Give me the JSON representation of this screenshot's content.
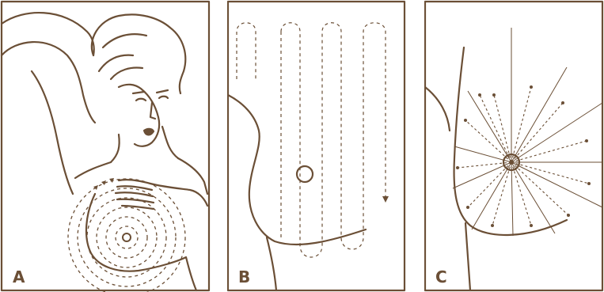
{
  "colors": {
    "line": "#6b4f36",
    "background": "#ffffff"
  },
  "panels": [
    {
      "label": "A",
      "technique": "circular"
    },
    {
      "label": "B",
      "technique": "vertical-strip"
    },
    {
      "label": "C",
      "technique": "wedge"
    }
  ]
}
